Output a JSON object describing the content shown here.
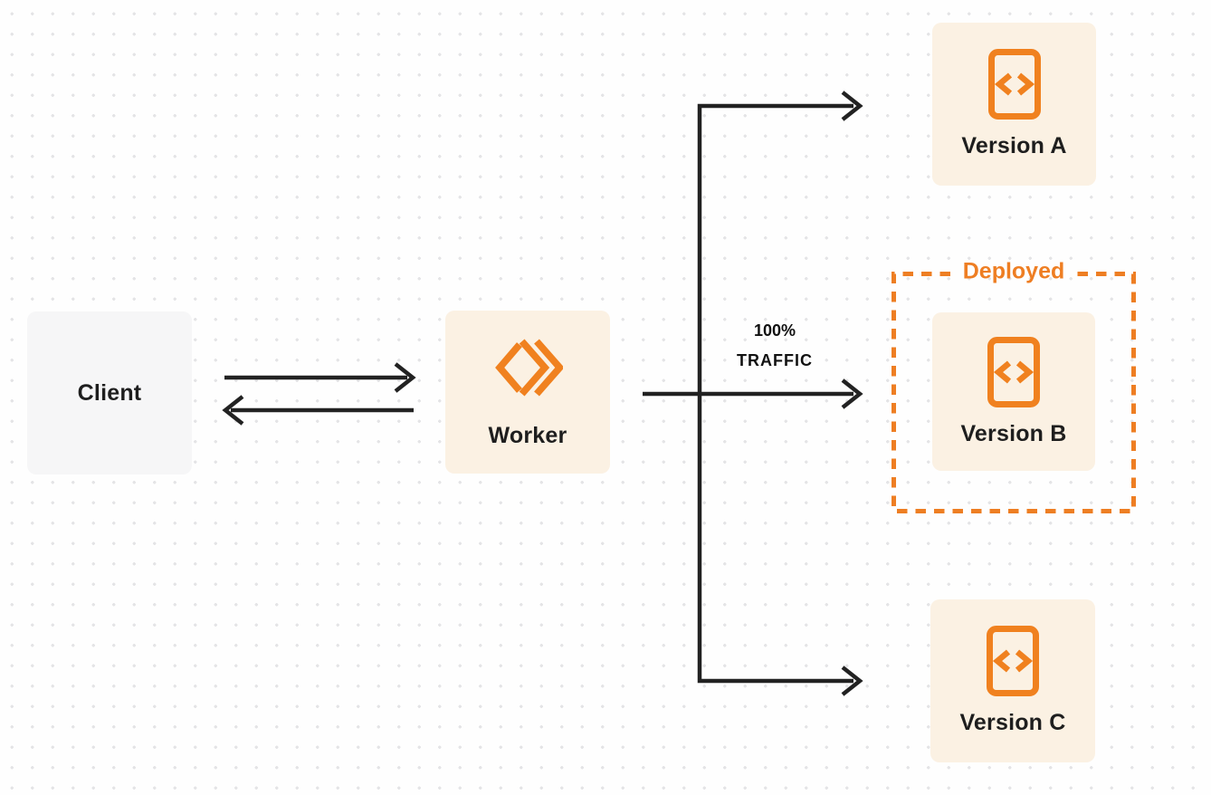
{
  "diagram": {
    "title": "worker-traffic-routing-diagram",
    "colors": {
      "accent_orange": "#f0811f",
      "deployed_orange": "#ee7e23",
      "node_cream_bg": "#fbf1e3",
      "client_gray_bg": "#f6f6f7",
      "arrow_dark": "#222222",
      "text_dark": "#1e1e1e",
      "canvas_bg": "#fefefe",
      "dot_grid": "#e4e4e6"
    },
    "nodes": {
      "client": {
        "label": "Client"
      },
      "worker": {
        "label": "Worker",
        "icon": "cloudflare-workers-icon"
      },
      "version_a": {
        "label": "Version A",
        "icon": "code-file-icon"
      },
      "version_b": {
        "label": "Version B",
        "icon": "code-file-icon"
      },
      "version_c": {
        "label": "Version C",
        "icon": "code-file-icon"
      }
    },
    "annotations": {
      "traffic": {
        "line1": "100%",
        "line2": "TRAFFIC"
      },
      "deployed": {
        "label": "Deployed"
      }
    },
    "edges": [
      {
        "from": "client",
        "to": "worker",
        "direction": "bidirectional"
      },
      {
        "from": "worker",
        "to": "version_a"
      },
      {
        "from": "worker",
        "to": "version_b",
        "label": "100% TRAFFIC"
      },
      {
        "from": "worker",
        "to": "version_c"
      }
    ]
  }
}
